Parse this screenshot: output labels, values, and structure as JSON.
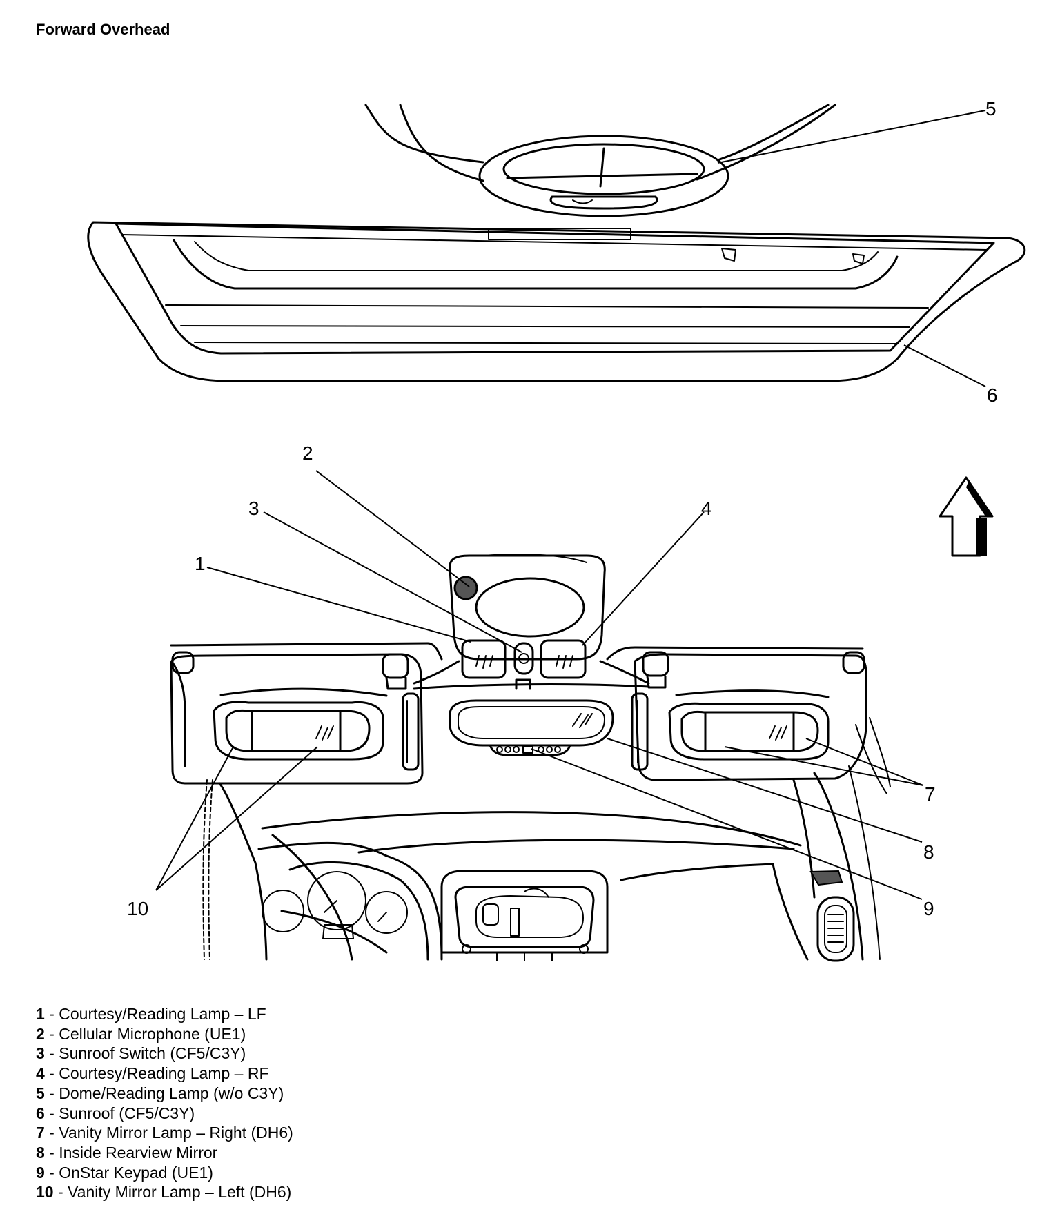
{
  "title": "Forward Overhead",
  "callouts": [
    "1",
    "2",
    "3",
    "4",
    "5",
    "6",
    "7",
    "8",
    "9",
    "10"
  ],
  "legend": [
    {
      "num": "1",
      "text": "Courtesy/Reading Lamp – LF"
    },
    {
      "num": "2",
      "text": "Cellular Microphone (UE1)"
    },
    {
      "num": "3",
      "text": "Sunroof Switch (CF5/C3Y)"
    },
    {
      "num": "4",
      "text": "Courtesy/Reading Lamp – RF"
    },
    {
      "num": "5",
      "text": "Dome/Reading Lamp (w/o C3Y)"
    },
    {
      "num": "6",
      "text": "Sunroof (CF5/C3Y)"
    },
    {
      "num": "7",
      "text": "Vanity Mirror Lamp – Right (DH6)"
    },
    {
      "num": "8",
      "text": "Inside Rearview Mirror"
    },
    {
      "num": "9",
      "text": "OnStar Keypad (UE1)"
    },
    {
      "num": "10",
      "text": "Vanity Mirror Lamp – Left (DH6)"
    }
  ]
}
